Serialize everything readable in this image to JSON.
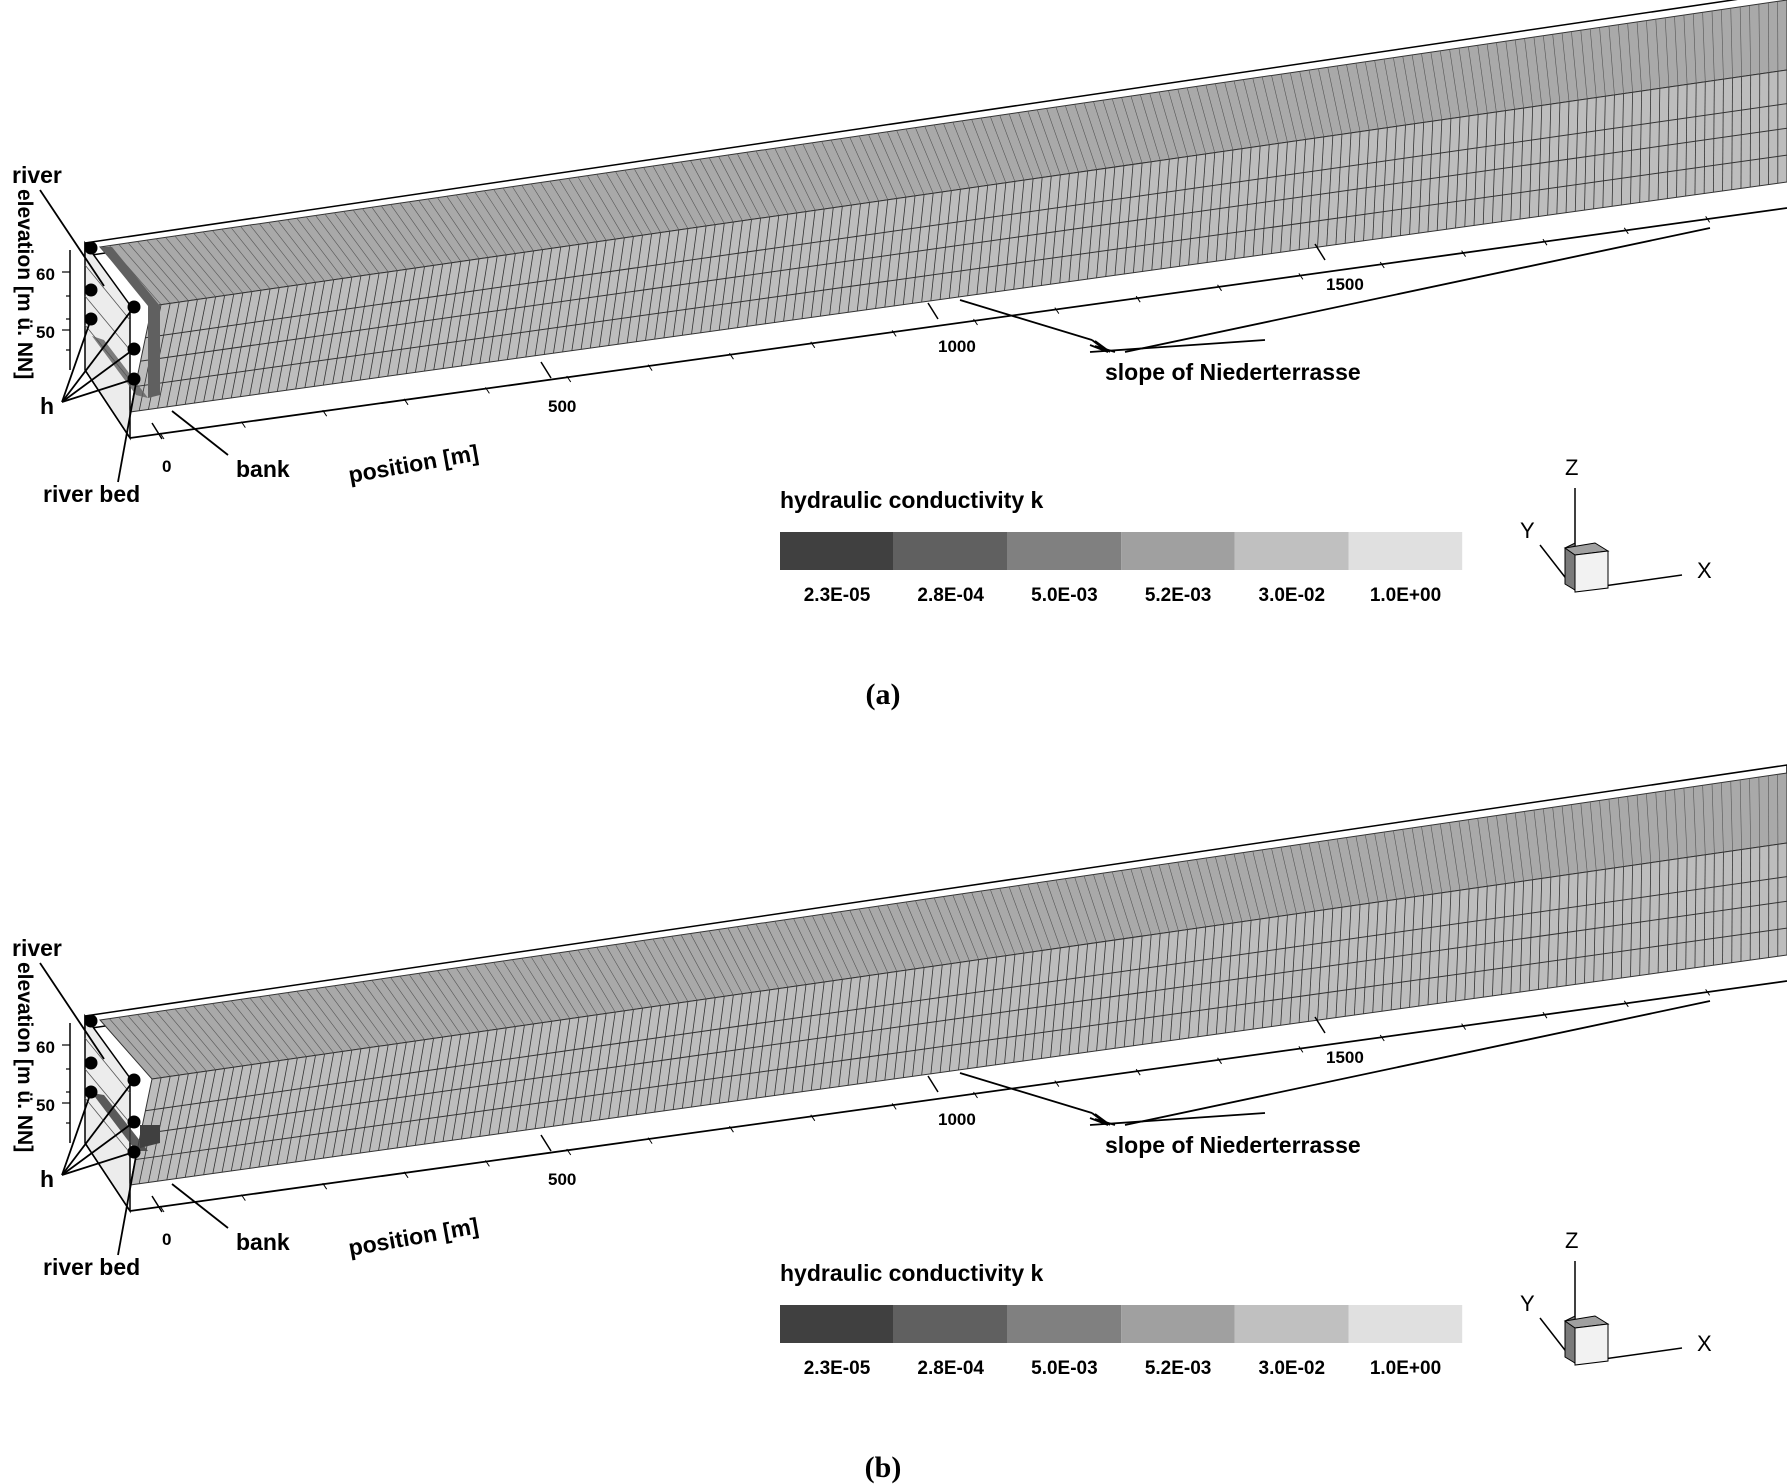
{
  "panels": [
    {
      "caption": "(a)",
      "labels": {
        "river": "river",
        "elevation_axis": "elevation [m ü. NN]",
        "h": "h",
        "river_bed": "river bed",
        "bank": "bank",
        "position_axis": "position [m]",
        "slope": "slope of Niederterrasse",
        "legend_title": "hydraulic conductivity k"
      },
      "elevation_ticks": [
        "60",
        "50"
      ],
      "position_ticks": [
        "0",
        "500",
        "1000",
        "1500"
      ],
      "legend_values": [
        "2.3E-05",
        "2.8E-04",
        "5.0E-03",
        "5.2E-03",
        "3.0E-02",
        "1.0E+00"
      ],
      "triad": {
        "x": "X",
        "y": "Y",
        "z": "Z"
      },
      "riverbed_zone": "top"
    },
    {
      "caption": "(b)",
      "labels": {
        "river": "river",
        "elevation_axis": "elevation [m ü. NN]",
        "h": "h",
        "river_bed": "river bed",
        "bank": "bank",
        "position_axis": "position [m]",
        "slope": "slope of Niederterrasse",
        "legend_title": "hydraulic conductivity k"
      },
      "elevation_ticks": [
        "60",
        "50"
      ],
      "position_ticks": [
        "0",
        "500",
        "1000",
        "1500"
      ],
      "legend_values": [
        "2.3E-05",
        "2.8E-04",
        "5.0E-03",
        "5.2E-03",
        "3.0E-02",
        "1.0E+00"
      ],
      "triad": {
        "x": "X",
        "y": "Y",
        "z": "Z"
      },
      "riverbed_zone": "bottom"
    }
  ],
  "colors": {
    "legend": [
      "#404040",
      "#606060",
      "#808080",
      "#a0a0a0",
      "#c0c0c0",
      "#e0e0e0"
    ],
    "mesh_side": "#bdbdbd",
    "mesh_top": "#a9a9a9",
    "cross_section": "#ececec",
    "riverbed_dark": "#606060",
    "riverbed_darker": "#404040"
  }
}
